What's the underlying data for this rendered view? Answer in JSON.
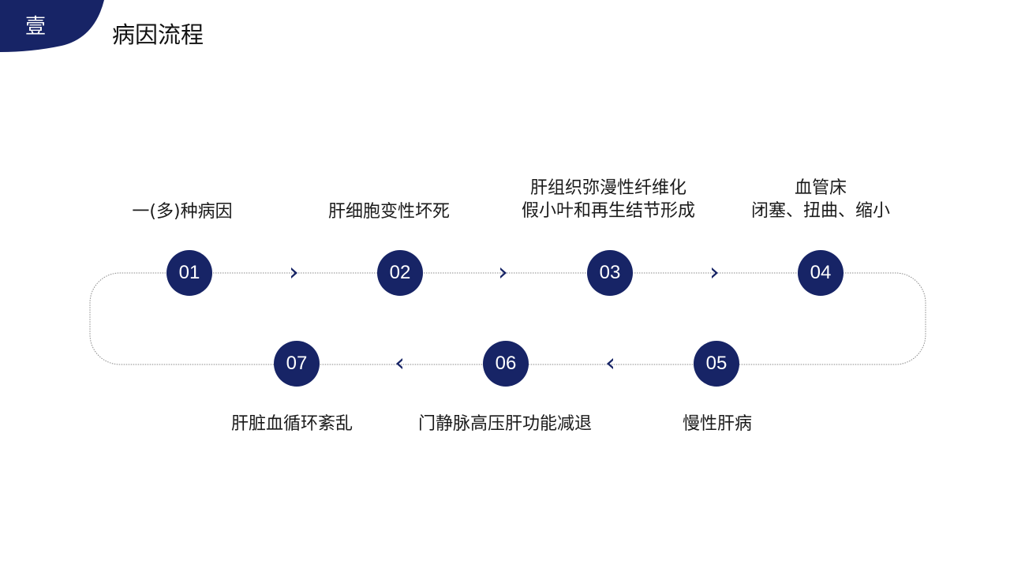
{
  "header": {
    "badge": "壹",
    "title": "病因流程"
  },
  "colors": {
    "accent": "#172466",
    "path": "#8a8a8a"
  },
  "steps": [
    {
      "number": "01",
      "lines": [
        "一(多)种病因"
      ]
    },
    {
      "number": "02",
      "lines": [
        "肝细胞变性坏死"
      ]
    },
    {
      "number": "03",
      "lines": [
        "肝组织弥漫性纤维化",
        "假小叶和再生结节形成"
      ]
    },
    {
      "number": "04",
      "lines": [
        "血管床",
        "闭塞、扭曲、缩小"
      ]
    },
    {
      "number": "05",
      "lines": [
        "慢性肝病"
      ]
    },
    {
      "number": "06",
      "lines": [
        "门静脉高压肝功能减退"
      ]
    },
    {
      "number": "07",
      "lines": [
        "肝脏血循环紊乱"
      ]
    }
  ]
}
